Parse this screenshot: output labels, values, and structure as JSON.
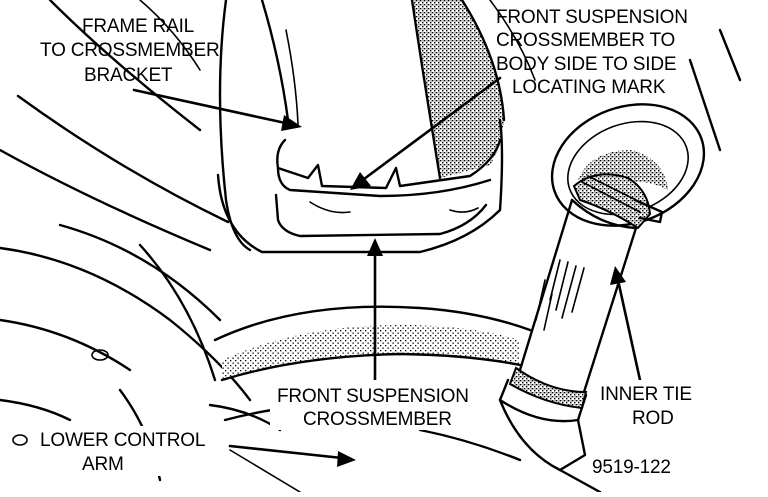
{
  "labels": {
    "frame_rail_bracket": [
      "FRAME RAIL",
      "TO CROSSMEMBER",
      "BRACKET"
    ],
    "locating_mark": [
      "FRONT SUSPENSION",
      "CROSSMEMBER TO",
      "BODY SIDE TO SIDE",
      "LOCATING MARK"
    ],
    "crossmember": [
      "FRONT SUSPENSION",
      "CROSSMEMBER"
    ],
    "inner_tie_rod": [
      "INNER TIE",
      "ROD"
    ],
    "lower_control_arm": [
      "LOWER CONTROL",
      "ARM"
    ],
    "figure_number": "9519-122"
  }
}
